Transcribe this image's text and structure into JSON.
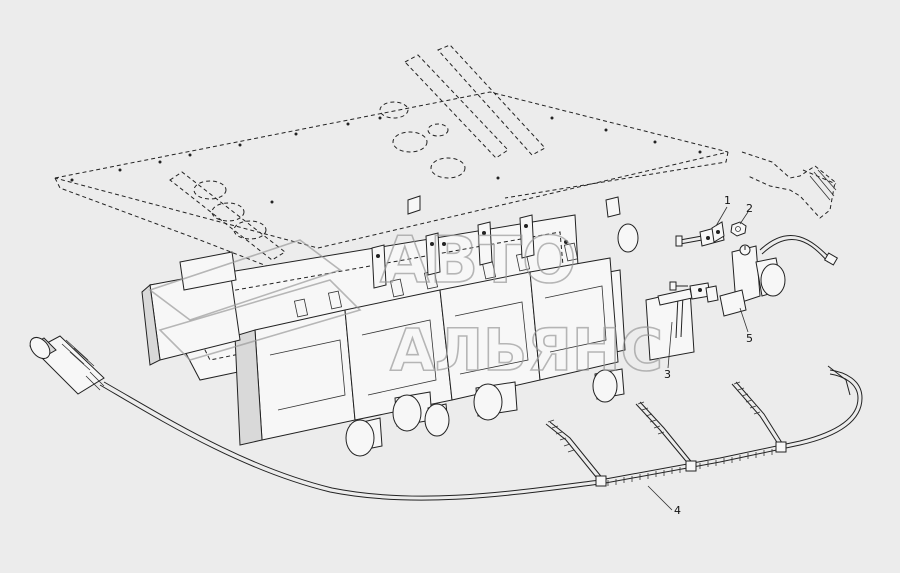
{
  "callouts": [
    {
      "id": "1",
      "label": "1"
    },
    {
      "id": "2",
      "label": "2"
    },
    {
      "id": "3",
      "label": "3"
    },
    {
      "id": "4",
      "label": "4"
    },
    {
      "id": "5",
      "label": "5"
    }
  ],
  "watermark": {
    "line1": "АВТО",
    "line2": "АЛЬЯНС"
  }
}
